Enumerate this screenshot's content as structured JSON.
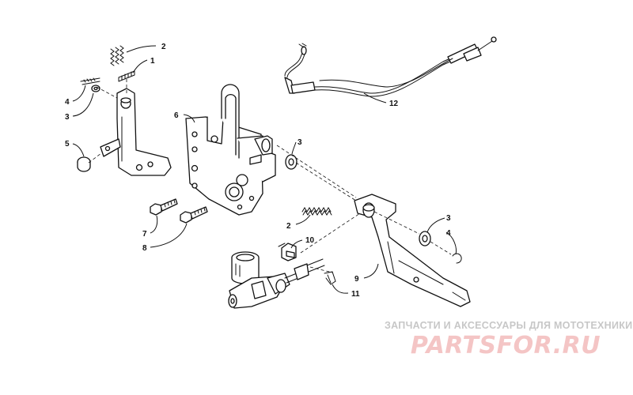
{
  "diagram": {
    "parts": [
      {
        "ref": "1"
      },
      {
        "ref": "2"
      },
      {
        "ref": "3"
      },
      {
        "ref": "4"
      },
      {
        "ref": "5"
      },
      {
        "ref": "6"
      },
      {
        "ref": "7"
      },
      {
        "ref": "8"
      },
      {
        "ref": "9"
      },
      {
        "ref": "10"
      },
      {
        "ref": "11"
      },
      {
        "ref": "12"
      }
    ],
    "callouts": {
      "c1": "1",
      "c2_top": "2",
      "c4_left": "4",
      "c3_left": "3",
      "c5": "5",
      "c6": "6",
      "c7": "7",
      "c8": "8",
      "c3_right_top": "3",
      "c12": "12",
      "c2_mid": "2",
      "c10": "10",
      "c9": "9",
      "c11": "11",
      "c3_right": "3",
      "c4_right": "4"
    }
  },
  "watermark": {
    "caption": "ЗАПЧАСТИ И АКСЕССУАРЫ ДЛЯ МОТОТЕХНИКИ",
    "brand": "PARTSFOR.RU"
  }
}
